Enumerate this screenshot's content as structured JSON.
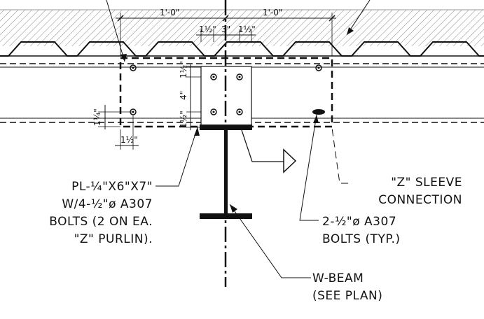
{
  "dimensions": {
    "top_left": "1'-0\"",
    "top_right": "1'-0\"",
    "small_left": "1½\"",
    "small_mid": "3\"",
    "small_right": "1½\"",
    "vert_top": "1½\"",
    "vert_mid": "4\"",
    "vert_bot": "1½\"",
    "left_vert": "1¼\"",
    "bottom_horiz": "1½\""
  },
  "notes": {
    "plate": [
      "PL-¼\"X6\"X7\"",
      "W/4-½\"ø A307",
      "BOLTS (2 ON EA.",
      "\"Z\" PURLIN)."
    ],
    "sleeve": [
      "\"Z\" SLEEVE",
      "CONNECTION"
    ],
    "bolts": [
      "2-½\"ø A307",
      "BOLTS (TYP.)"
    ],
    "beam": [
      "W-BEAM",
      "(SEE PLAN)"
    ]
  }
}
